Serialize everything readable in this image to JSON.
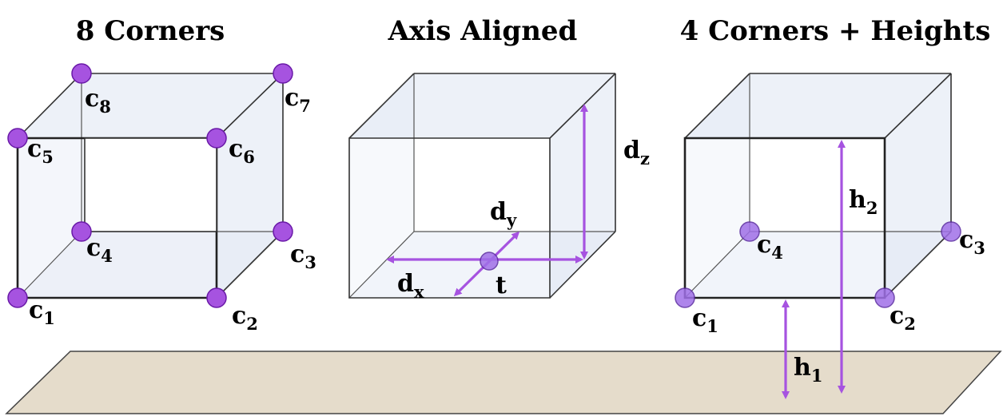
{
  "titles": {
    "left": "8 Corners",
    "middle": "Axis Aligned",
    "right": "4 Corners + Heights"
  },
  "labels": {
    "c1": {
      "base": "c",
      "sub": "1"
    },
    "c2": {
      "base": "c",
      "sub": "2"
    },
    "c3": {
      "base": "c",
      "sub": "3"
    },
    "c4": {
      "base": "c",
      "sub": "4"
    },
    "c5": {
      "base": "c",
      "sub": "5"
    },
    "c6": {
      "base": "c",
      "sub": "6"
    },
    "c7": {
      "base": "c",
      "sub": "7"
    },
    "c8": {
      "base": "c",
      "sub": "8"
    },
    "dx": {
      "base": "d",
      "sub": "x"
    },
    "dy": {
      "base": "d",
      "sub": "y"
    },
    "dz": {
      "base": "d",
      "sub": "z"
    },
    "t": "t",
    "h1": {
      "base": "h",
      "sub": "1"
    },
    "h2": {
      "base": "h",
      "sub": "2"
    }
  },
  "colors": {
    "corner_marker": "#a653e0",
    "arrow": "#a653e0",
    "ground": "#e5dccb",
    "box_face": "#dfe6f3"
  }
}
